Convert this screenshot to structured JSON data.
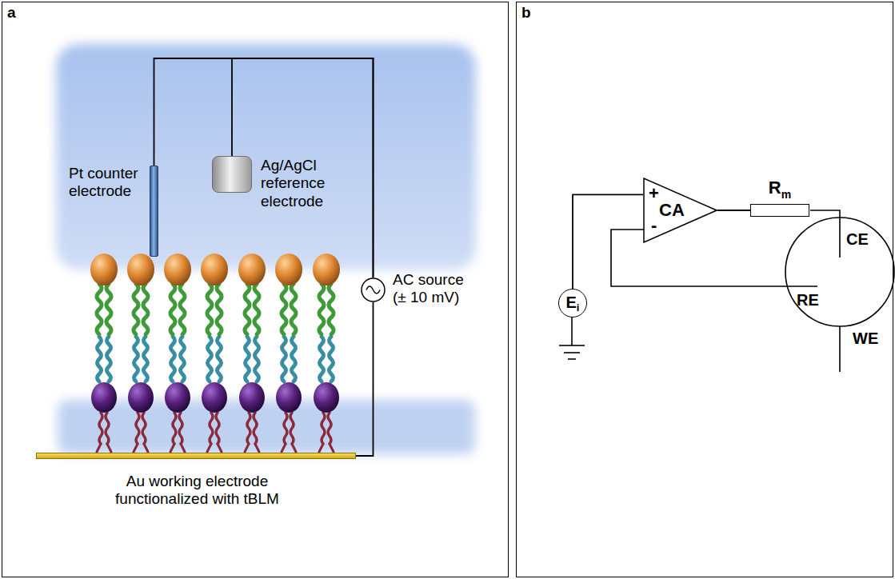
{
  "diagram": {
    "nodes": [
      {
        "text": [
          "a"
        ]
      },
      {
        "text": [
          "Pt counter electrode"
        ],
        "in": 0
      },
      {
        "text": [
          "Ag/AgCl reference electrode"
        ],
        "in": 0
      },
      {
        "text": [
          "AC source (± 10 mV)"
        ],
        "in": 0
      },
      {
        "text": [
          "Au working electrode functionalized with tBLM"
        ],
        "in": 0
      },
      {
        "text": [
          "b"
        ]
      },
      {
        "text": [
          "E",
          "i"
        ],
        "in": 5
      },
      {
        "text": [
          "CA"
        ],
        "in": 5
      },
      {
        "text": [
          "R",
          "m"
        ],
        "in": 5
      }
    ],
    "edges": [
      {
        "from": 1,
        "to": 3,
        "arrow": "none"
      },
      {
        "from": 2,
        "to": 3,
        "arrow": "none"
      },
      {
        "from": 3,
        "to": 4,
        "arrow": "none"
      },
      {
        "from": 6,
        "to": 7,
        "arrow": "none"
      },
      {
        "from": 7,
        "to": 8,
        "arrow": "none"
      }
    ],
    "labels": [
      "+",
      "-",
      "CE",
      "RE",
      "WE"
    ]
  }
}
